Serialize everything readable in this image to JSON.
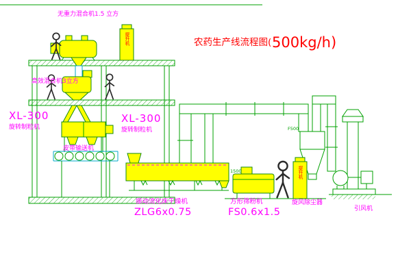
{
  "colors": {
    "line_green": "#00a000",
    "equipment_yellow": "#ffff00",
    "label_magenta": "#ff00ff",
    "title_red": "#ff0000",
    "detail_cyan": "#00a8c8"
  },
  "title": {
    "prefix": "农药生产线流程图(",
    "rate": "500kg/h)"
  },
  "equipment": {
    "mixer_top": {
      "label": "无重力混合机1.5 立方"
    },
    "mixer_mid": {
      "label": "高效混合机3立方"
    },
    "granulator_left": {
      "model": "XL-300",
      "name": "旋转制粒机"
    },
    "granulator_right": {
      "model": "XL-300",
      "name": "旋转制粒机"
    },
    "conveyor": {
      "label": "皮带输送机"
    },
    "dryer": {
      "name": "振动流化床干燥机",
      "model": "ZLG6x0.75"
    },
    "sieve": {
      "name": "方形筛粉机",
      "model": "FS0.6x1.5",
      "dim": "1500"
    },
    "cyclone": {
      "label": "旋风除尘器",
      "duct_size": "F500"
    },
    "fan": {
      "label": "引风机"
    },
    "elevator_top": {
      "label": "提升机"
    },
    "elevator_bottom": {
      "label": "提升机"
    }
  }
}
